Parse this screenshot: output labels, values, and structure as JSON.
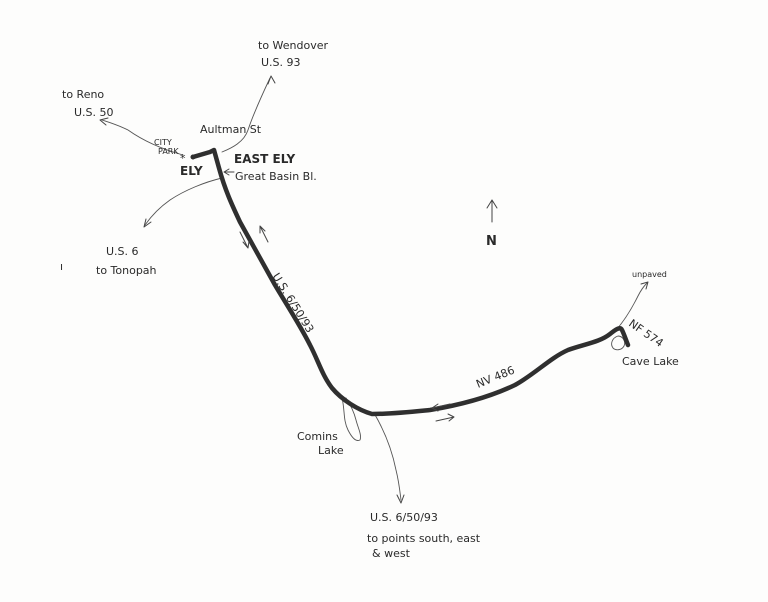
{
  "labels": {
    "to_wendover": "to Wendover",
    "us93": "U.S. 93",
    "to_reno": "to Reno",
    "us50": "U.S. 50",
    "city_park_1": "CITY",
    "city_park_2": "PARK",
    "aultman": "Aultman St",
    "ely": "ELY",
    "east_ely": "EAST ELY",
    "great_basin": "Great Basin Bl.",
    "us6": "U.S. 6",
    "to_tonopah": "to Tonopah",
    "us_6_50_93_route": "U.S. 6/50/93",
    "north": "N",
    "unpaved": "unpaved",
    "nf574": "NF 574",
    "cave_lake": "Cave Lake",
    "nv486": "NV 486",
    "comins_1": "Comins",
    "comins_2": "Lake",
    "us_6_50_93_south": "U.S. 6/50/93",
    "south_1": "to points south, east",
    "south_2": "& west"
  }
}
